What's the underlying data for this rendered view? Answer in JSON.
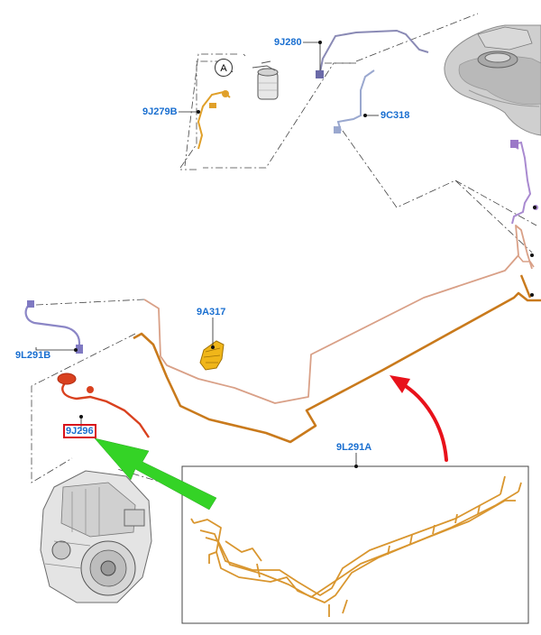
{
  "labels": {
    "p_9j280": "9J280",
    "p_9j279b": "9J279B",
    "p_9c318": "9C318",
    "p_9a317": "9A317",
    "p_9l291b": "9L291B",
    "p_9j296": "9J296",
    "p_9l291a": "9L291A"
  },
  "callout": "A",
  "colors": {
    "label": "#1a6fd0",
    "highlight": "#d8121b",
    "arrow_green": "#34d326",
    "arrow_red": "#e8121b",
    "line_orange": "#c97a1c",
    "line_rose": "#d9a087",
    "line_red": "#d9411f",
    "line_purple": "#8b86c6",
    "line_violet": "#a98ad0",
    "line_blue_grey": "#9aa8cf",
    "part_yellow": "#f0b619"
  }
}
